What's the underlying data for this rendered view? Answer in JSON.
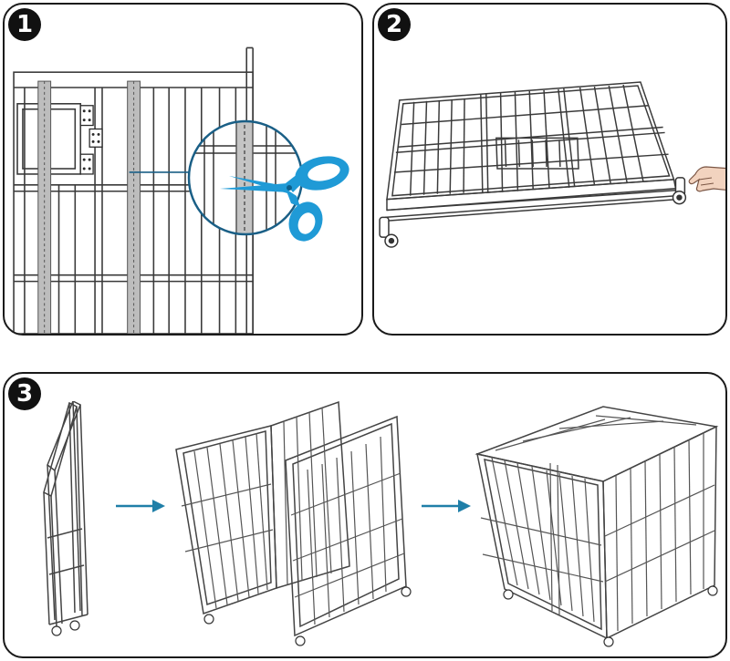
{
  "steps": [
    {
      "number": "1"
    },
    {
      "number": "2"
    },
    {
      "number": "3"
    }
  ],
  "colors": {
    "outline": "#1a1a1a",
    "scissors": "#1f9ad6",
    "arrow": "#1f7fa8",
    "strap": "#b9b9b9"
  },
  "icons": [
    "scissors-icon",
    "hand-icon",
    "arrow-right-icon"
  ]
}
